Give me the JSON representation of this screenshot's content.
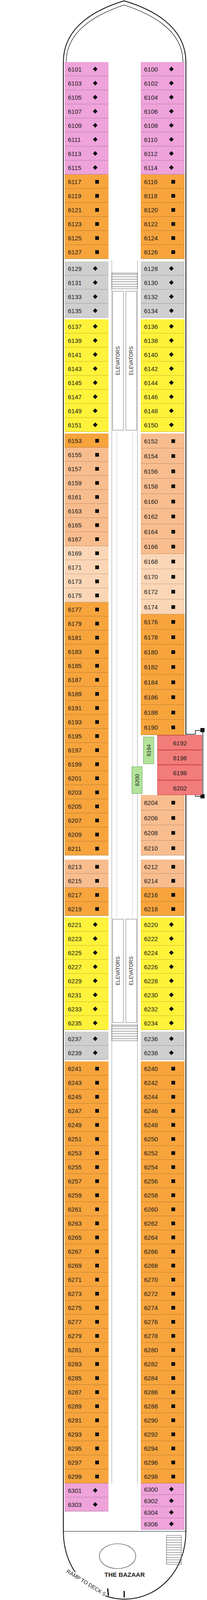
{
  "diagram": {
    "nodes": [
      {
        "text": [
          "6101"
        ]
      },
      {
        "text": [
          "6103"
        ]
      },
      {
        "text": [
          "6105"
        ]
      },
      {
        "text": [
          "6107"
        ]
      },
      {
        "text": [
          "6109"
        ]
      },
      {
        "text": [
          "6111"
        ]
      },
      {
        "text": [
          "6113"
        ]
      },
      {
        "text": [
          "6115"
        ]
      },
      {
        "text": [
          "6117"
        ]
      },
      {
        "text": [
          "6119"
        ]
      },
      {
        "text": [
          "6121"
        ]
      },
      {
        "text": [
          "6123"
        ]
      },
      {
        "text": [
          "6125"
        ]
      },
      {
        "text": [
          "6127"
        ]
      },
      {
        "text": [
          "6129"
        ]
      },
      {
        "text": [
          "6131"
        ]
      },
      {
        "text": [
          "6133"
        ]
      },
      {
        "text": [
          "6135"
        ]
      },
      {
        "text": [
          "6137"
        ]
      },
      {
        "text": [
          "6139"
        ]
      },
      {
        "text": [
          "6141"
        ]
      },
      {
        "text": [
          "6143"
        ]
      },
      {
        "text": [
          "6145"
        ]
      },
      {
        "text": [
          "6147"
        ]
      },
      {
        "text": [
          "6149"
        ]
      },
      {
        "text": [
          "6151"
        ]
      },
      {
        "text": [
          "6153"
        ]
      },
      {
        "text": [
          "6155"
        ]
      },
      {
        "text": [
          "6157"
        ]
      },
      {
        "text": [
          "6159"
        ]
      },
      {
        "text": [
          "6161"
        ]
      },
      {
        "text": [
          "6163"
        ]
      },
      {
        "text": [
          "6165"
        ]
      },
      {
        "text": [
          "6167"
        ]
      },
      {
        "text": [
          "6169"
        ]
      },
      {
        "text": [
          "6171"
        ]
      },
      {
        "text": [
          "6173"
        ]
      },
      {
        "text": [
          "6175"
        ]
      },
      {
        "text": [
          "6177"
        ]
      },
      {
        "text": [
          "6179"
        ]
      },
      {
        "text": [
          "6181"
        ]
      },
      {
        "text": [
          "6183"
        ]
      },
      {
        "text": [
          "6185"
        ]
      },
      {
        "text": [
          "6187"
        ]
      },
      {
        "text": [
          "6189"
        ]
      },
      {
        "text": [
          "6191"
        ]
      },
      {
        "text": [
          "6193"
        ]
      },
      {
        "text": [
          "6195"
        ]
      },
      {
        "text": [
          "6197"
        ]
      },
      {
        "text": [
          "6199"
        ]
      },
      {
        "text": [
          "6201"
        ]
      },
      {
        "text": [
          "6203"
        ]
      },
      {
        "text": [
          "6205"
        ]
      },
      {
        "text": [
          "6207"
        ]
      },
      {
        "text": [
          "6209"
        ]
      },
      {
        "text": [
          "6211"
        ]
      },
      {
        "text": [
          "6213"
        ]
      },
      {
        "text": [
          "6215"
        ]
      },
      {
        "text": [
          "6217"
        ]
      },
      {
        "text": [
          "6219"
        ]
      },
      {
        "text": [
          "6221"
        ]
      },
      {
        "text": [
          "6223"
        ]
      },
      {
        "text": [
          "6225"
        ]
      },
      {
        "text": [
          "6227"
        ]
      },
      {
        "text": [
          "6229"
        ]
      },
      {
        "text": [
          "6231"
        ]
      },
      {
        "text": [
          "6233"
        ]
      },
      {
        "text": [
          "6235"
        ]
      },
      {
        "text": [
          "6237"
        ]
      },
      {
        "text": [
          "6239"
        ]
      },
      {
        "text": [
          "6241"
        ]
      },
      {
        "text": [
          "6243"
        ]
      },
      {
        "text": [
          "6245"
        ]
      },
      {
        "text": [
          "6247"
        ]
      },
      {
        "text": [
          "6249"
        ]
      },
      {
        "text": [
          "6251"
        ]
      },
      {
        "text": [
          "6253"
        ]
      },
      {
        "text": [
          "6255"
        ]
      },
      {
        "text": [
          "6257"
        ]
      },
      {
        "text": [
          "6259"
        ]
      },
      {
        "text": [
          "6261"
        ]
      },
      {
        "text": [
          "6263"
        ]
      },
      {
        "text": [
          "6265"
        ]
      },
      {
        "text": [
          "6267"
        ]
      },
      {
        "text": [
          "6269"
        ]
      },
      {
        "text": [
          "6271"
        ]
      },
      {
        "text": [
          "6273"
        ]
      },
      {
        "text": [
          "6275"
        ]
      },
      {
        "text": [
          "6277"
        ]
      },
      {
        "text": [
          "6279"
        ]
      },
      {
        "text": [
          "6281"
        ]
      },
      {
        "text": [
          "6283"
        ]
      },
      {
        "text": [
          "6285"
        ]
      },
      {
        "text": [
          "6287"
        ]
      },
      {
        "text": [
          "6289"
        ]
      },
      {
        "text": [
          "6291"
        ]
      },
      {
        "text": [
          "6293"
        ]
      },
      {
        "text": [
          "6295"
        ]
      },
      {
        "text": [
          "6297"
        ]
      },
      {
        "text": [
          "6299"
        ]
      },
      {
        "text": [
          "6301"
        ]
      },
      {
        "text": [
          "6303"
        ]
      },
      {
        "text": [
          "6100"
        ]
      },
      {
        "text": [
          "6102"
        ]
      },
      {
        "text": [
          "6104"
        ]
      },
      {
        "text": [
          "6106"
        ]
      },
      {
        "text": [
          "6108"
        ]
      },
      {
        "text": [
          "6110"
        ]
      },
      {
        "text": [
          "6112"
        ]
      },
      {
        "text": [
          "6114"
        ]
      },
      {
        "text": [
          "6116"
        ]
      },
      {
        "text": [
          "6118"
        ]
      },
      {
        "text": [
          "6120"
        ]
      },
      {
        "text": [
          "6122"
        ]
      },
      {
        "text": [
          "6124"
        ]
      },
      {
        "text": [
          "6126"
        ]
      },
      {
        "text": [
          "6128"
        ]
      },
      {
        "text": [
          "6130"
        ]
      },
      {
        "text": [
          "6132"
        ]
      },
      {
        "text": [
          "6134"
        ]
      },
      {
        "text": [
          "6136"
        ]
      },
      {
        "text": [
          "6138"
        ]
      },
      {
        "text": [
          "6140"
        ]
      },
      {
        "text": [
          "6142"
        ]
      },
      {
        "text": [
          "6144"
        ]
      },
      {
        "text": [
          "6146"
        ]
      },
      {
        "text": [
          "6148"
        ]
      },
      {
        "text": [
          "6150"
        ]
      },
      {
        "text": [
          "6152"
        ]
      },
      {
        "text": [
          "6154"
        ]
      },
      {
        "text": [
          "6156"
        ]
      },
      {
        "text": [
          "6158"
        ]
      },
      {
        "text": [
          "6160"
        ]
      },
      {
        "text": [
          "6162"
        ]
      },
      {
        "text": [
          "6164"
        ]
      },
      {
        "text": [
          "6166"
        ]
      },
      {
        "text": [
          "6168"
        ]
      },
      {
        "text": [
          "6170"
        ]
      },
      {
        "text": [
          "6172"
        ]
      },
      {
        "text": [
          "6174"
        ]
      },
      {
        "text": [
          "6176"
        ]
      },
      {
        "text": [
          "6178"
        ]
      },
      {
        "text": [
          "6180"
        ]
      },
      {
        "text": [
          "6182"
        ]
      },
      {
        "text": [
          "6184"
        ]
      },
      {
        "text": [
          "6186"
        ]
      },
      {
        "text": [
          "6188"
        ]
      },
      {
        "text": [
          "6190"
        ]
      },
      {
        "text": [
          "6192"
        ]
      },
      {
        "text": [
          "6196"
        ]
      },
      {
        "text": [
          "6198"
        ]
      },
      {
        "text": [
          "6202"
        ]
      },
      {
        "text": [
          "6204"
        ]
      },
      {
        "text": [
          "6206"
        ]
      },
      {
        "text": [
          "6208"
        ]
      },
      {
        "text": [
          "6210"
        ]
      },
      {
        "text": [
          "6212"
        ]
      },
      {
        "text": [
          "6214"
        ]
      },
      {
        "text": [
          "6216"
        ]
      },
      {
        "text": [
          "6218"
        ]
      },
      {
        "text": [
          "6220"
        ]
      },
      {
        "text": [
          "6222"
        ]
      },
      {
        "text": [
          "6224"
        ]
      },
      {
        "text": [
          "6226"
        ]
      },
      {
        "text": [
          "6228"
        ]
      },
      {
        "text": [
          "6230"
        ]
      },
      {
        "text": [
          "6232"
        ]
      },
      {
        "text": [
          "6234"
        ]
      },
      {
        "text": [
          "6236"
        ]
      },
      {
        "text": [
          "6238"
        ]
      },
      {
        "text": [
          "6240"
        ]
      },
      {
        "text": [
          "6242"
        ]
      },
      {
        "text": [
          "6244"
        ]
      },
      {
        "text": [
          "6246"
        ]
      },
      {
        "text": [
          "6248"
        ]
      },
      {
        "text": [
          "6250"
        ]
      },
      {
        "text": [
          "6252"
        ]
      },
      {
        "text": [
          "6254"
        ]
      },
      {
        "text": [
          "6256"
        ]
      },
      {
        "text": [
          "6258"
        ]
      },
      {
        "text": [
          "6260"
        ]
      },
      {
        "text": [
          "6262"
        ]
      },
      {
        "text": [
          "6264"
        ]
      },
      {
        "text": [
          "6266"
        ]
      },
      {
        "text": [
          "6268"
        ]
      },
      {
        "text": [
          "6270"
        ]
      },
      {
        "text": [
          "6272"
        ]
      },
      {
        "text": [
          "6274"
        ]
      },
      {
        "text": [
          "6276"
        ]
      },
      {
        "text": [
          "6278"
        ]
      },
      {
        "text": [
          "6280"
        ]
      },
      {
        "text": [
          "6282"
        ]
      },
      {
        "text": [
          "6284"
        ]
      },
      {
        "text": [
          "6286"
        ]
      },
      {
        "text": [
          "6288"
        ]
      },
      {
        "text": [
          "6290"
        ]
      },
      {
        "text": [
          "6292"
        ]
      },
      {
        "text": [
          "6294"
        ]
      },
      {
        "text": [
          "6296"
        ]
      },
      {
        "text": [
          "6298"
        ]
      },
      {
        "text": [
          "6300"
        ]
      },
      {
        "text": [
          "6302"
        ]
      },
      {
        "text": [
          "6304"
        ]
      },
      {
        "text": [
          "6306"
        ]
      },
      {
        "text": [
          "6194"
        ]
      },
      {
        "text": [
          "6200"
        ]
      }
    ],
    "labels": [
      "ELEVATORS",
      "ELEVATORS",
      "ELEVATORS",
      "ELEVATORS",
      "THE BAZAAR",
      "RAMP TO DECK 5"
    ]
  }
}
